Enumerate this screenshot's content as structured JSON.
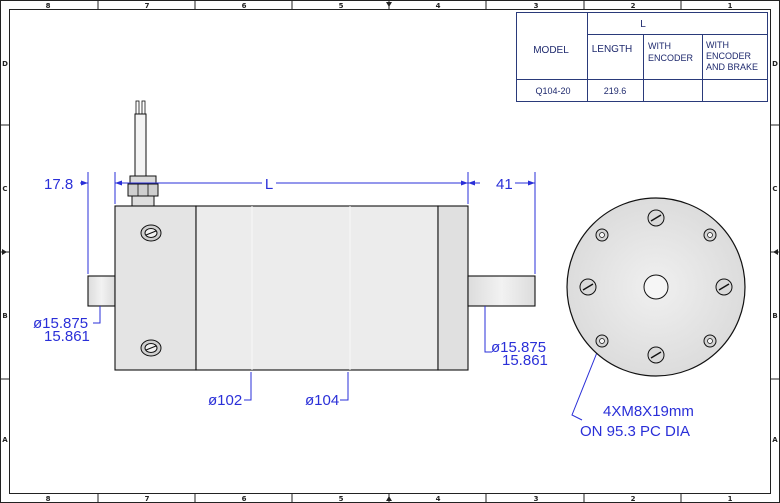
{
  "border_zones": {
    "columns": [
      "8",
      "7",
      "6",
      "5",
      "4",
      "3",
      "2",
      "1"
    ],
    "rows": [
      "D",
      "C",
      "B",
      "A"
    ]
  },
  "title_block": {
    "model_header": "MODEL",
    "length_group_header": "L",
    "length_header": "LENGTH",
    "with_encoder_header": [
      "WITH",
      "ENCODER"
    ],
    "with_encoder_brake_header": [
      "WITH",
      "ENCODER",
      "AND BRAKE"
    ],
    "rows": [
      {
        "model": "Q104-20",
        "length": "219.6",
        "with_encoder": "",
        "with_encoder_brake": ""
      }
    ]
  },
  "dimensions": {
    "rear_shaft_length": "17.8",
    "body_length": "L",
    "front_shaft_length": "41",
    "rear_shaft_dia": [
      "ø15.875",
      "15.861"
    ],
    "front_shaft_dia": [
      "ø15.875",
      "15.861"
    ],
    "flange_dia": "ø102",
    "body_dia": "ø104",
    "hole_callout": [
      "4XM8X19mm",
      "ON 95.3 PC DIA"
    ]
  },
  "colors": {
    "dimension": "#2a2fd8",
    "outline": "#111111",
    "title_block_text": "#1f2a6e",
    "body_fill": "#ebebeb",
    "end_cap_fill": "#e2e2e2"
  }
}
